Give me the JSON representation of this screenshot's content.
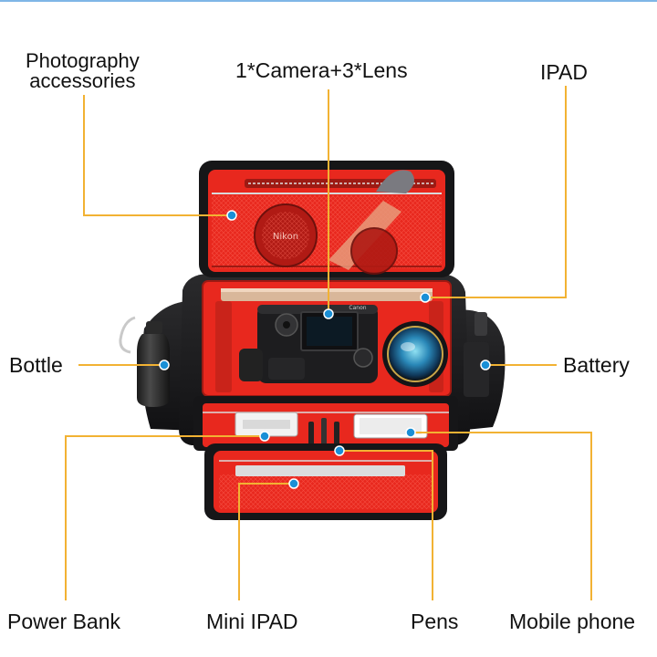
{
  "labels": {
    "photography_accessories_line1": "Photography",
    "photography_accessories_line2": "accessories",
    "camera_lens": "1*Camera+3*Lens",
    "ipad": "IPAD",
    "bottle": "Bottle",
    "battery": "Battery",
    "power_bank": "Power Bank",
    "mini_ipad": "Mini IPAD",
    "pens": "Pens",
    "mobile_phone": "Mobile phone"
  },
  "printed_marks": {
    "camera_brand": "Canon",
    "filter_brand": "Nikon"
  },
  "colors": {
    "callout_line": "#f2b233",
    "callout_dot": "#1a8fd6",
    "bag_shell": "#1c1c1e",
    "bag_lining": "#e8281e",
    "lining_dark": "#b41d16",
    "zipper_trim": "#dadada"
  }
}
